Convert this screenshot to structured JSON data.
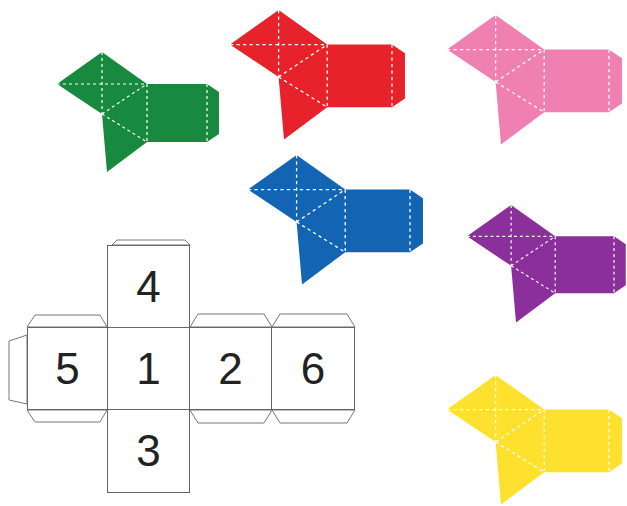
{
  "diagram": {
    "nodes": [
      {
        "text": [
          "4"
        ]
      },
      {
        "text": [
          "5"
        ]
      },
      {
        "text": [
          "1"
        ]
      },
      {
        "text": [
          "2"
        ]
      },
      {
        "text": [
          "6"
        ]
      },
      {
        "text": [
          "3"
        ]
      }
    ]
  }
}
